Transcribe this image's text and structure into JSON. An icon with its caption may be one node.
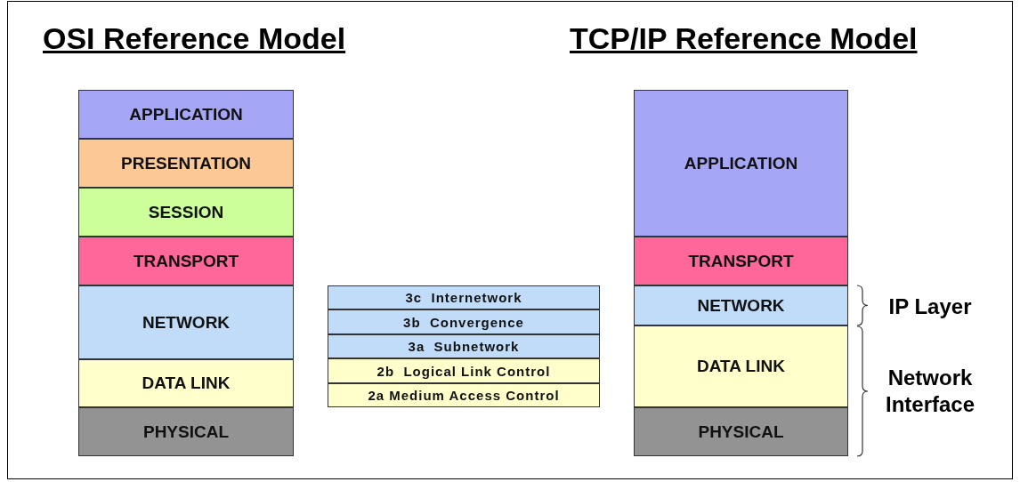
{
  "diagram": {
    "nodes": [
      {
        "text": [
          "APPLICATION"
        ]
      },
      {
        "text": [
          "PRESENTATION"
        ]
      },
      {
        "text": [
          "SESSION"
        ]
      },
      {
        "text": [
          "TRANSPORT"
        ]
      },
      {
        "text": [
          "NETWORK"
        ]
      },
      {
        "text": [
          "DATA LINK"
        ]
      },
      {
        "text": [
          "PHYSICAL"
        ]
      },
      {
        "text": [
          "3c  Internetwork"
        ]
      },
      {
        "text": [
          "3b  Convergence"
        ]
      },
      {
        "text": [
          "3a  Subnetwork"
        ]
      },
      {
        "text": [
          "2b  Logical Link Control"
        ]
      },
      {
        "text": [
          "2a Medium Access Control"
        ]
      },
      {
        "text": [
          "APPLICATION"
        ]
      },
      {
        "text": [
          "TRANSPORT"
        ]
      },
      {
        "text": [
          "NETWORK"
        ]
      },
      {
        "text": [
          "DATA LINK"
        ]
      },
      {
        "text": [
          "PHYSICAL"
        ]
      }
    ],
    "labels": [
      "OSI Reference Model",
      "TCP/IP Reference Model",
      "IP Layer",
      "Network Interface"
    ]
  }
}
